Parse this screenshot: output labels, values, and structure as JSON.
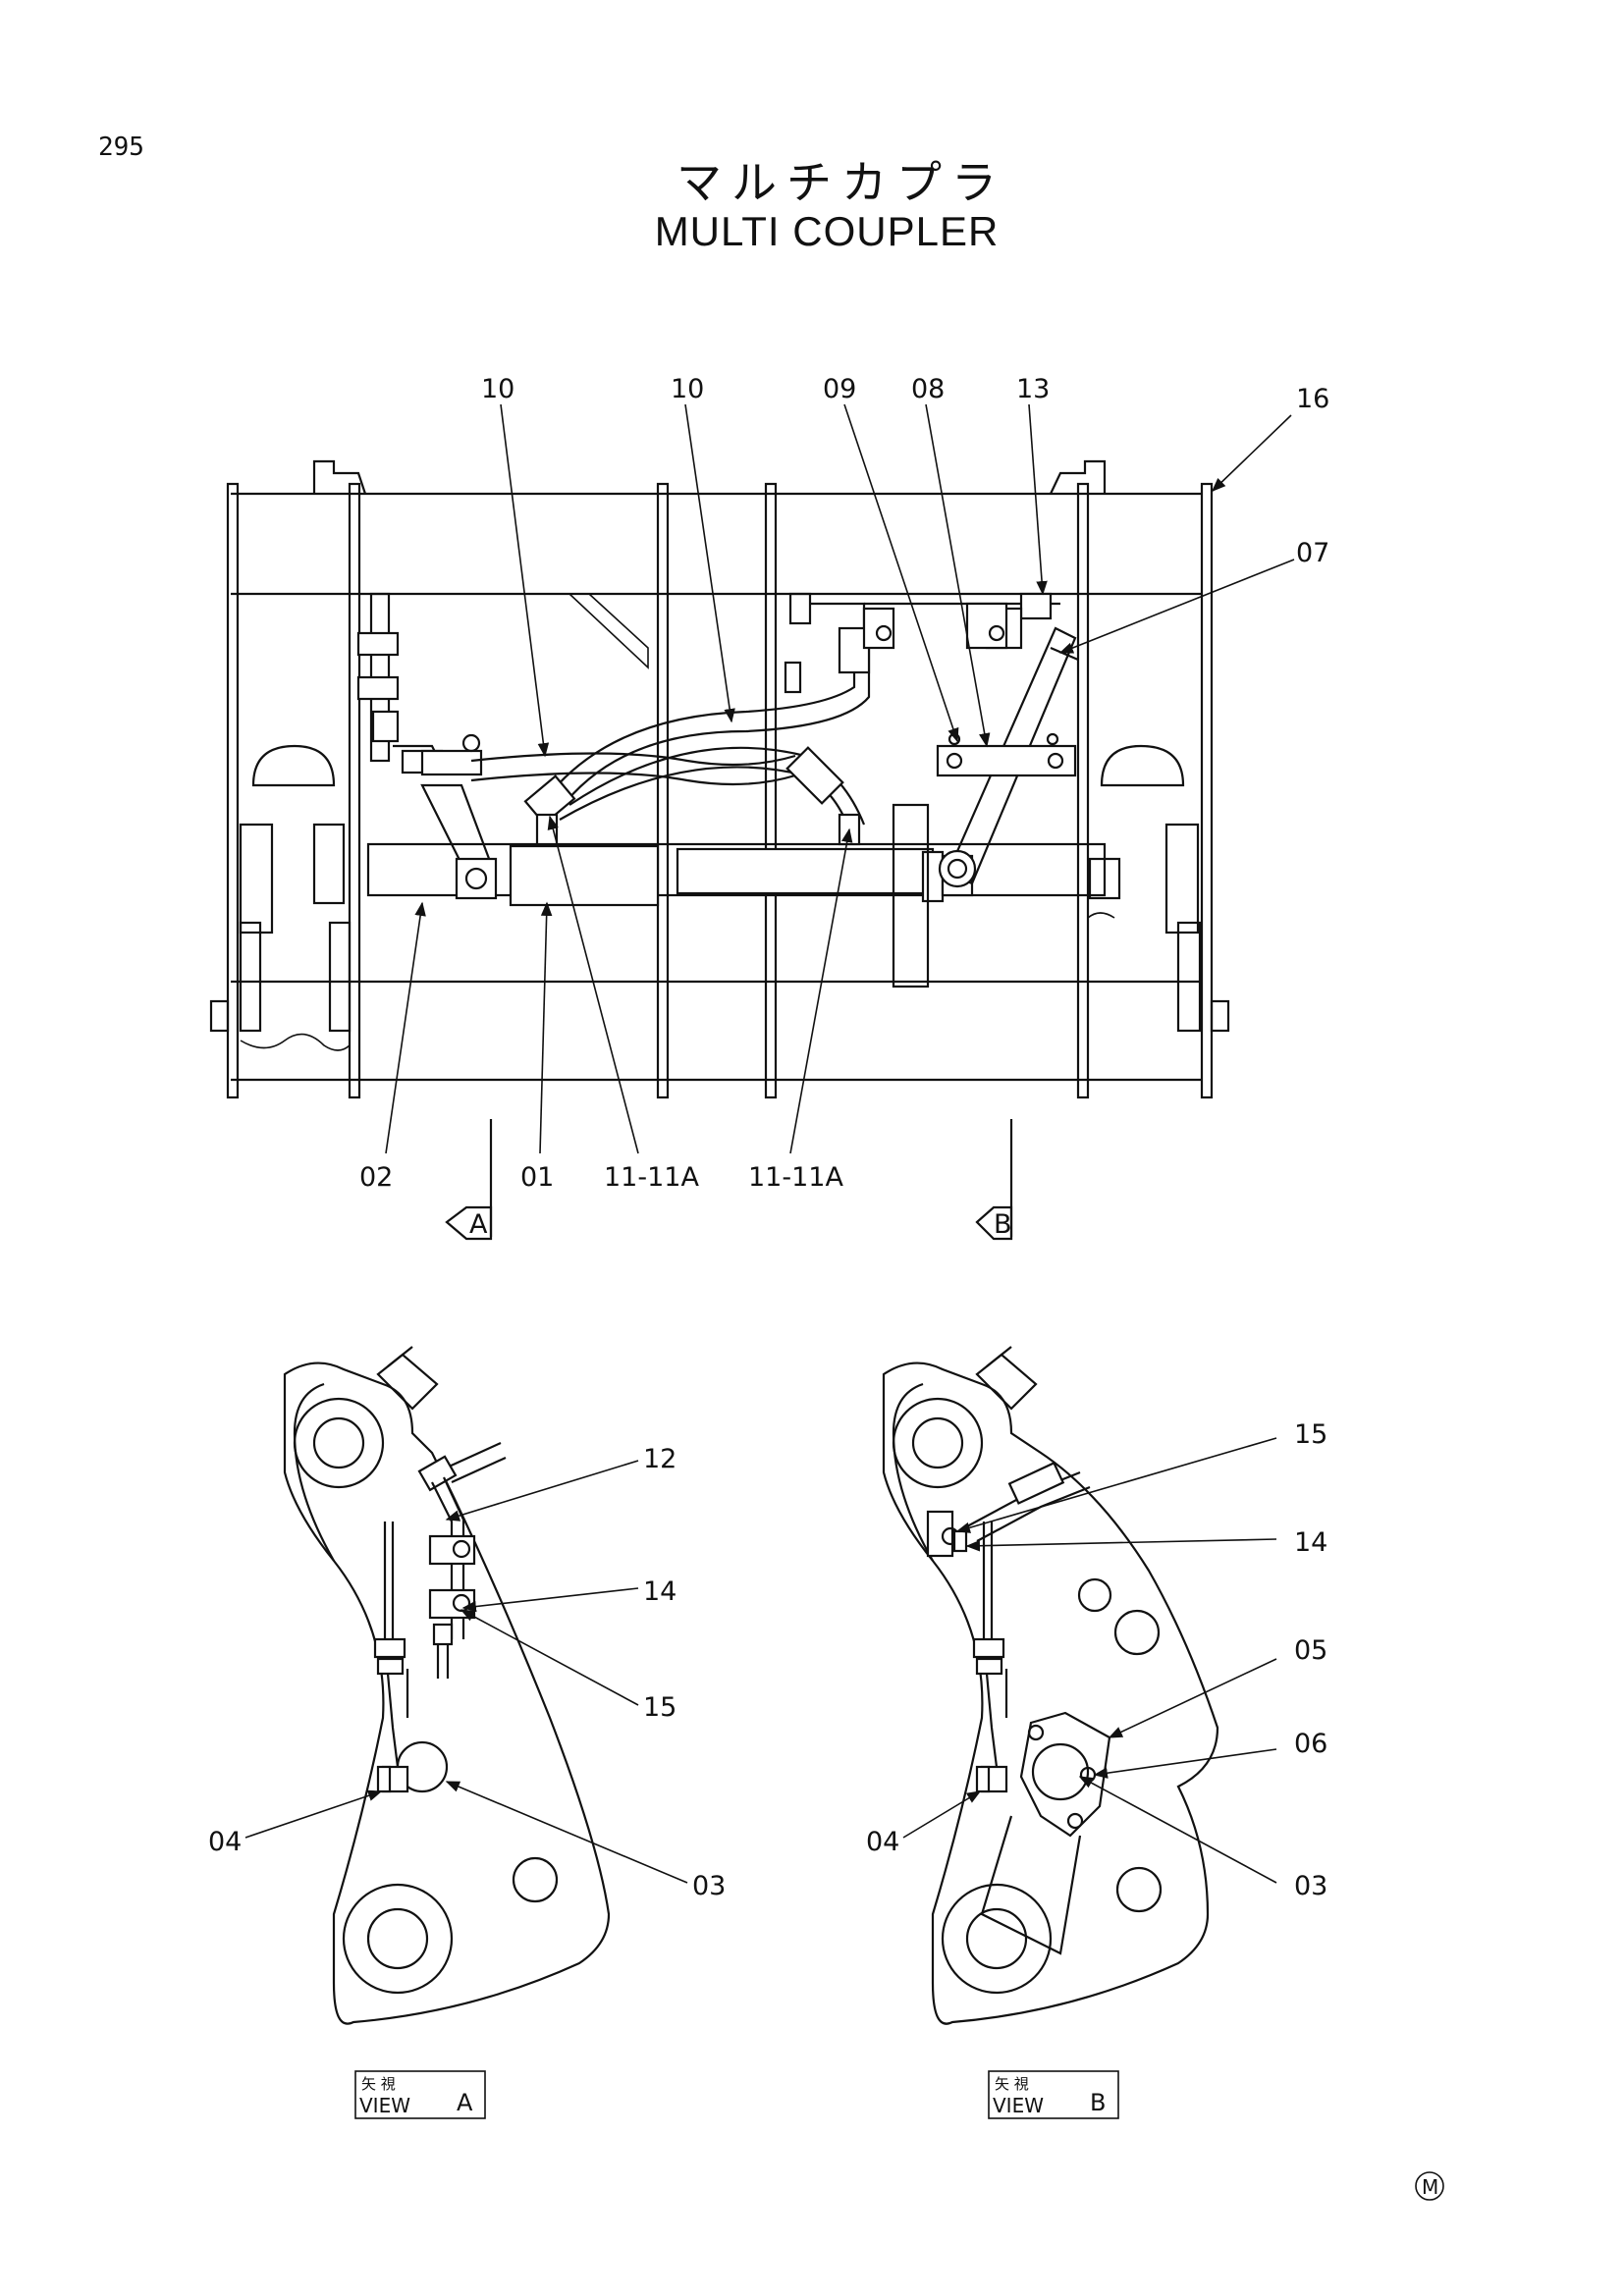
{
  "page_number": "295",
  "title_ja": "マルチカプラ",
  "title_en": "MULTI COUPLER",
  "main_view": {
    "callouts": {
      "c10a": "10",
      "c10b": "10",
      "c09": "09",
      "c08": "08",
      "c13": "13",
      "c16": "16",
      "c07": "07",
      "c02": "02",
      "c01": "01",
      "c11a": "11-11A",
      "c11b": "11-11A"
    },
    "arrow_a": "A",
    "arrow_b": "B"
  },
  "view_a": {
    "label_ja": "矢 視",
    "label_en": "VIEW",
    "letter": "A",
    "callouts": {
      "c12": "12",
      "c14": "14",
      "c15": "15",
      "c04": "04",
      "c03": "03"
    }
  },
  "view_b": {
    "label_ja": "矢 視",
    "label_en": "VIEW",
    "letter": "B",
    "callouts": {
      "c15": "15",
      "c14": "14",
      "c05": "05",
      "c06": "06",
      "c04": "04",
      "c03": "03"
    }
  },
  "mark": "M"
}
